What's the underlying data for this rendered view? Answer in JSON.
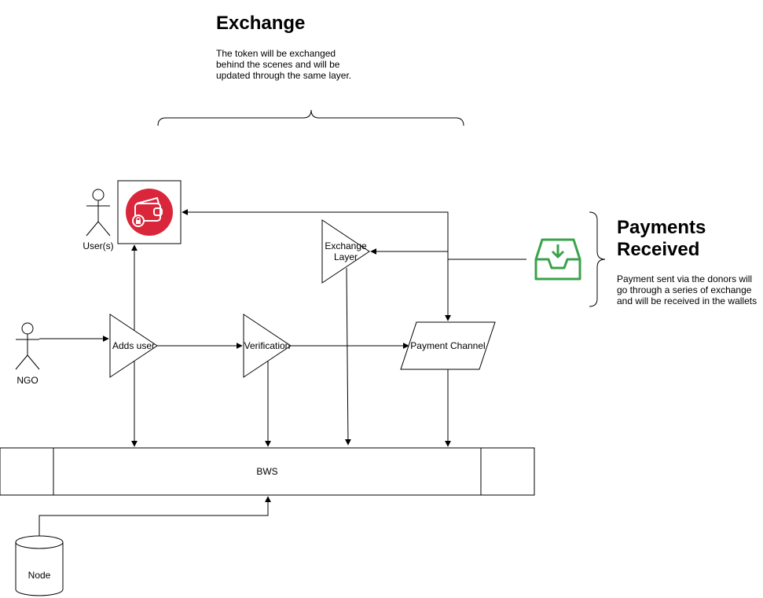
{
  "exchange": {
    "title": "Exchange",
    "description": "The token will be exchanged behind the scenes and will be updated through the same layer."
  },
  "payments": {
    "title": "Payments Received",
    "description": "Payment sent via the donors will go through a series of exchange and will be received in the wallets"
  },
  "nodes": {
    "users": "User(s)",
    "ngo": "NGO",
    "adds_user": "Adds user",
    "verification": "Verification",
    "exchange_layer": "Exchange Layer",
    "payment_channel": "Payment Channel",
    "bws": "BWS",
    "node": "Node"
  },
  "icons": {
    "wallet": "wallet-lock-icon",
    "inbox": "inbox-download-icon",
    "actor": "stick-figure-icon"
  },
  "colors": {
    "wallet_red": "#d9263a",
    "inbox_green": "#3aa24a",
    "stroke": "#000000"
  }
}
